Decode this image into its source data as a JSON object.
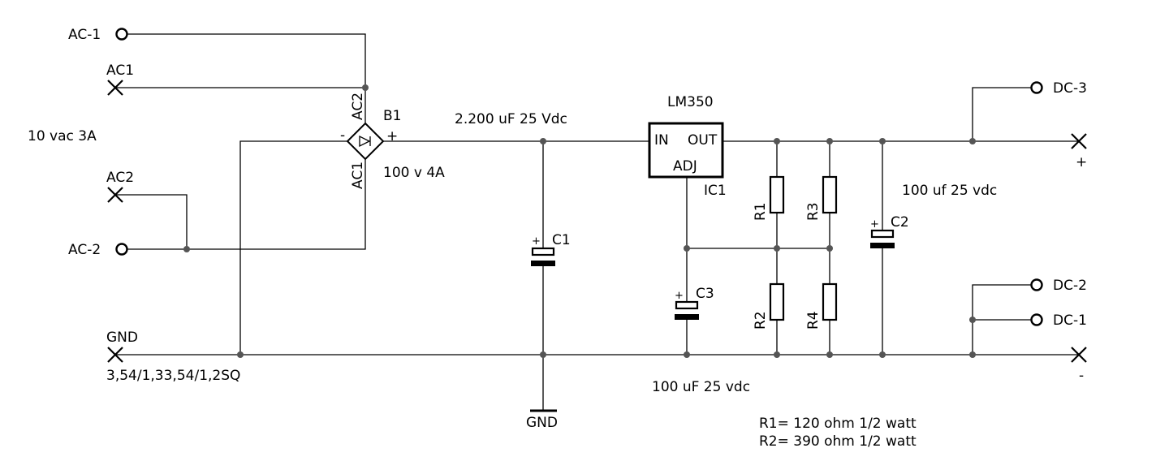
{
  "terminals": {
    "ac_1": "AC-1",
    "ac1": "AC1",
    "ac2": "AC2",
    "ac_2": "AC-2",
    "gnd": "GND",
    "gnd_ground": "GND",
    "dc_3": "DC-3",
    "dc_2": "DC-2",
    "dc_1": "DC-1",
    "plus": "+",
    "minus": "-"
  },
  "labels": {
    "input_spec": "10 vac 3A",
    "wire_spec": "3,54/1,33,54/1,2SQ"
  },
  "bridge": {
    "name": "B1",
    "rating": "100 v 4A",
    "pin_ac2": "AC2",
    "pin_ac1": "AC1",
    "minus": "-",
    "plus": "+"
  },
  "regulator": {
    "part": "LM350",
    "ref": "IC1",
    "pin_in": "IN",
    "pin_out": "OUT",
    "pin_adj": "ADJ"
  },
  "capacitors": {
    "c1_name": "C1",
    "c1_value": "2.200 uF 25 Vdc",
    "c2_name": "C2",
    "c2_value": "100 uf 25 vdc",
    "c3_name": "C3",
    "c3_value": "100 uF 25 vdc",
    "polarity": "+"
  },
  "resistors": {
    "r1": "R1",
    "r2": "R2",
    "r3": "R3",
    "r4": "R4"
  },
  "notes": [
    "R1= 120 ohm 1/2 watt",
    "R2= 390 ohm 1/2 watt"
  ]
}
